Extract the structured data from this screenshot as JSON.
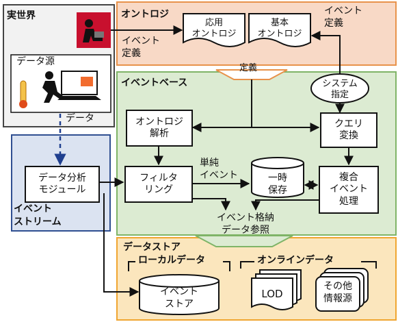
{
  "regions": {
    "real_world": "実世界",
    "ontology": "オントロジ",
    "event_base": "イベントベース",
    "event_stream": "イベント\nストリーム",
    "data_store": "データストア"
  },
  "real_world": {
    "data_source_label": "データ源",
    "data_label": "データ"
  },
  "ontology": {
    "applied": "応用\nオントロジ",
    "basic": "基本\nオントロジ",
    "event_def_left": "イベント\n定義",
    "event_def_right": "イベント\n定義",
    "definition": "定義"
  },
  "event_base": {
    "ontology_analysis": "オントロジ\n解析",
    "query_conversion": "クエリ\n変換",
    "filtering": "フィルタ\nリング",
    "temp_storage": "一時\n保存",
    "complex_event": "複合\nイベント\n処理",
    "simple_event": "単純\nイベント",
    "system_spec": "システム\n指定"
  },
  "event_stream": {
    "data_analysis_module": "データ分析\nモジュール"
  },
  "data_store": {
    "storage_ref": "イベント格納\nデータ参照",
    "local_data": "ローカルデータ",
    "online_data": "オンラインデータ",
    "event_store": "イベント\nストア",
    "lod": "LOD",
    "other_sources": "その他\n情報源"
  },
  "colors": {
    "ontology_bg": "#f8d9c6",
    "ontology_border": "#e8924a",
    "event_base_bg": "#dcebd2",
    "event_base_border": "#7fb467",
    "stream_bg": "#dbe3f1",
    "stream_border": "#2f4f91",
    "store_bg": "#fbe6bd",
    "store_border": "#f0a530",
    "real_world_bg": "#f2f2f2",
    "data_arrow": "#1f3f8f"
  }
}
